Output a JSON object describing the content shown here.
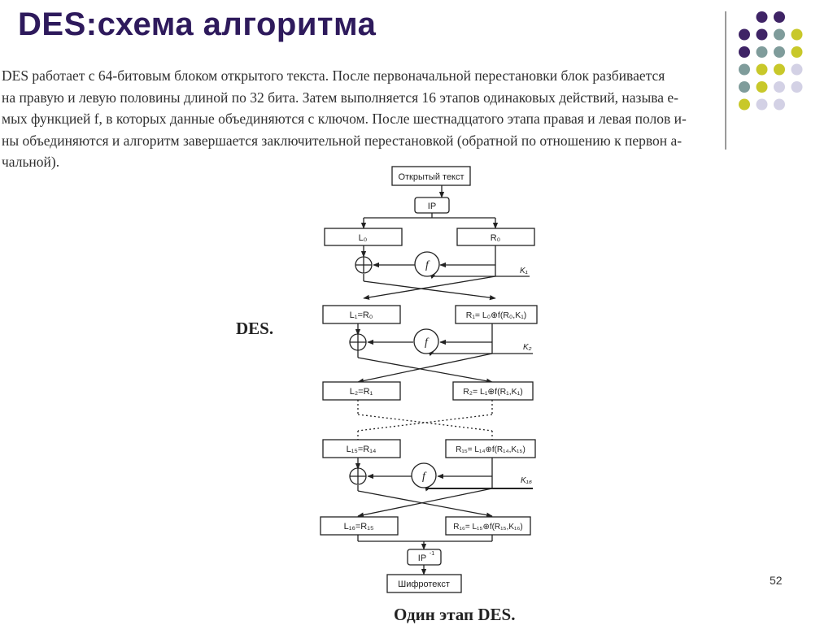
{
  "slide": {
    "title": "DES:схема алгоритма",
    "paragraph_lines": [
      "DES работает с 64-битовым блоком открытого текста. После первоначальной перестановки блок разбивается",
      "на правую и левую половины длиной по 32 бита. Затем выполняется 16 этапов одинаковых действий, называ е-",
      "мых функцией f, в которых данные объединяются с ключом. После шестнадцатого этапа правая и левая полов и-",
      "ны объединяются и алгоритм завершается заключительной перестановкой (обратной по отношению к первон а-",
      "чальной)."
    ],
    "side_label": "DES.",
    "caption": "Один этап DES.",
    "page_number": "52",
    "accent_title_color": "#2e1a5c",
    "dot_colors": {
      "purple": "#3f2466",
      "teal": "#7f9c9b",
      "lime": "#c8c82a",
      "lavender": "#d3d1e5"
    }
  },
  "diagram": {
    "plaintext": "Открытый текст",
    "ip": "IP",
    "ip_inverse": "IP",
    "ip_inverse_sup": "-1",
    "ciphertext": "Шифротекст",
    "f_symbol": "f",
    "xor_symbol": "⊕",
    "rounds": [
      {
        "left": "L₀",
        "right": "R₀"
      },
      {
        "left": "L₁=R₀",
        "right": "R₁= L₀⊕f(R₀,K₁)"
      },
      {
        "left": "L₂=R₁",
        "right": "R₂= L₁⊕f(R₁,K₁)"
      },
      {
        "left": "L₁₅=R₁₄",
        "right": "R₁₅= L₁₄⊕f(R₁₄,K₁₅)"
      },
      {
        "left": "L₁₆=R₁₅",
        "right": "R₁₆= L₁₅⊕f(R₁₅,K₁₆)"
      }
    ],
    "keys": [
      "K₁",
      "K₂",
      "K₁₆"
    ]
  }
}
